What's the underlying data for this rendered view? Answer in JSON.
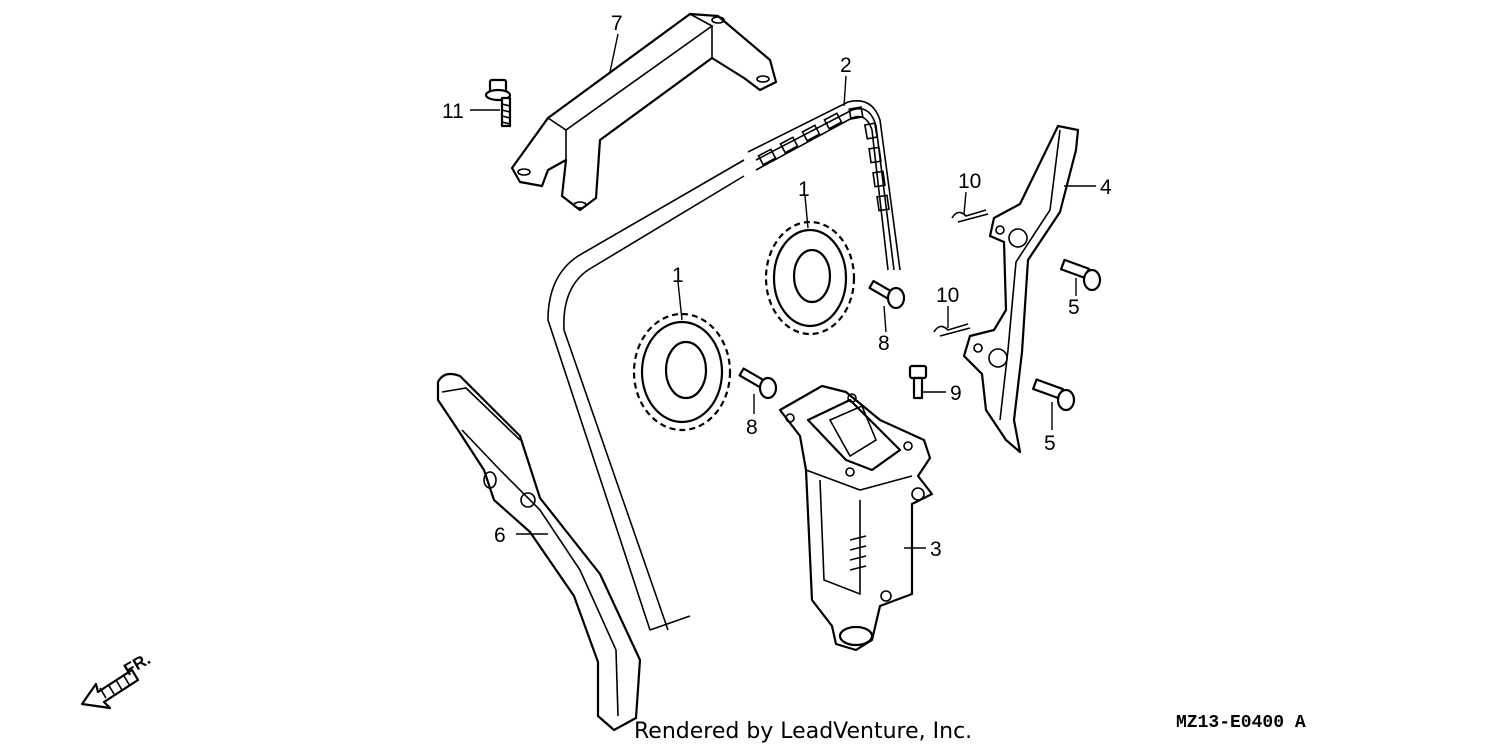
{
  "diagram": {
    "callouts": {
      "c1a": "1",
      "c1b": "1",
      "c2": "2",
      "c3": "3",
      "c4": "4",
      "c5a": "5",
      "c5b": "5",
      "c6": "6",
      "c7": "7",
      "c8a": "8",
      "c8b": "8",
      "c9": "9",
      "c10a": "10",
      "c10b": "10",
      "c11": "11"
    },
    "direction_label": "FR.",
    "watermark": "Rendered by LeadVenture, Inc.",
    "diagram_code": "MZ13-E0400 A"
  }
}
